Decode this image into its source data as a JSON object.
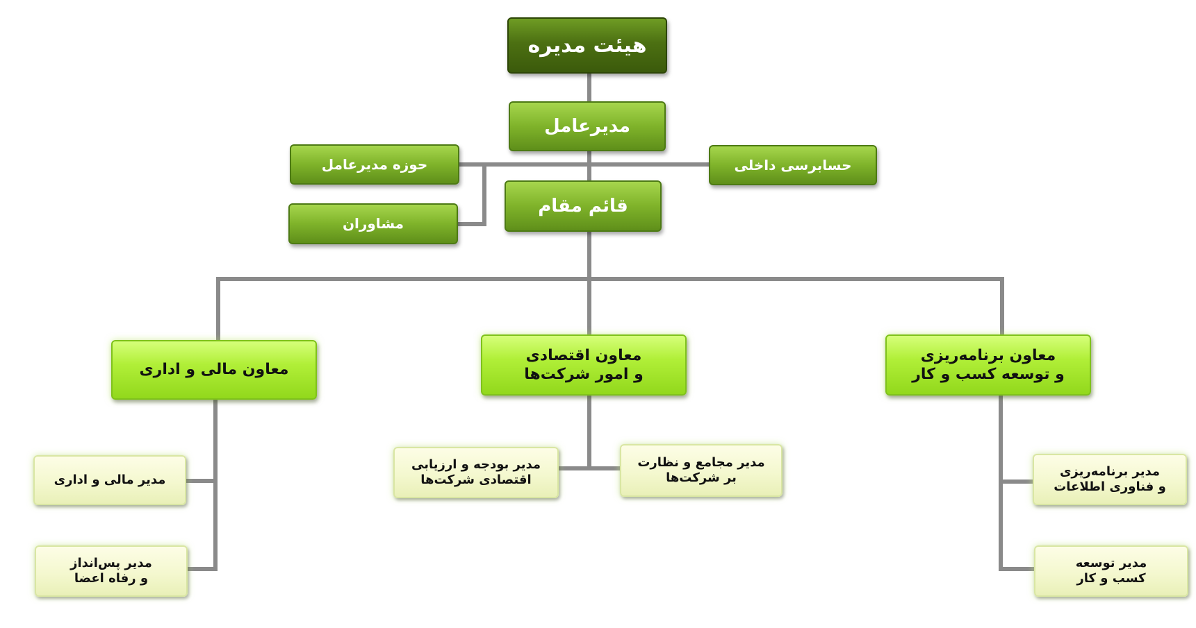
{
  "board": "هیئت مدیره",
  "ceo": "مدیرعامل",
  "ceo_office": "حوزه مدیرعامل",
  "advisors": "مشاوران",
  "internal_audit": "حسابرسی داخلی",
  "deputy": "قائم مقام",
  "vp_finance": {
    "title": "معاون مالی و اداری"
  },
  "vp_economic": {
    "line1": "معاون اقتصادی",
    "line2": "و امور شرکت‌ها"
  },
  "vp_planning": {
    "line1": "معاون برنامه‌ریزی",
    "line2": "و توسعه کسب و کار"
  },
  "mgr_finance": {
    "title": "مدیر مالی و اداری"
  },
  "mgr_savings": {
    "line1": "مدیر پس‌انداز",
    "line2": "و رفاه اعضا"
  },
  "mgr_budget": {
    "line1": "مدیر بودجه و ارزیابی",
    "line2": "اقتصادی شرکت‌ها"
  },
  "mgr_assemblies": {
    "line1": "مدیر مجامع و نظارت",
    "line2": "بر شرکت‌ها"
  },
  "mgr_it": {
    "line1": "مدیر برنامه‌ریزی",
    "line2": "و فناوری اطلاعات"
  },
  "mgr_bizdev": {
    "line1": "مدیر توسعه",
    "line2": "کسب و کار"
  },
  "colors": {
    "dark_green": "#4c7012",
    "mid_green": "#7fb32a",
    "lime": "#b1ef38",
    "cream": "#f4f8cf",
    "connector": "#8a8a8a"
  }
}
